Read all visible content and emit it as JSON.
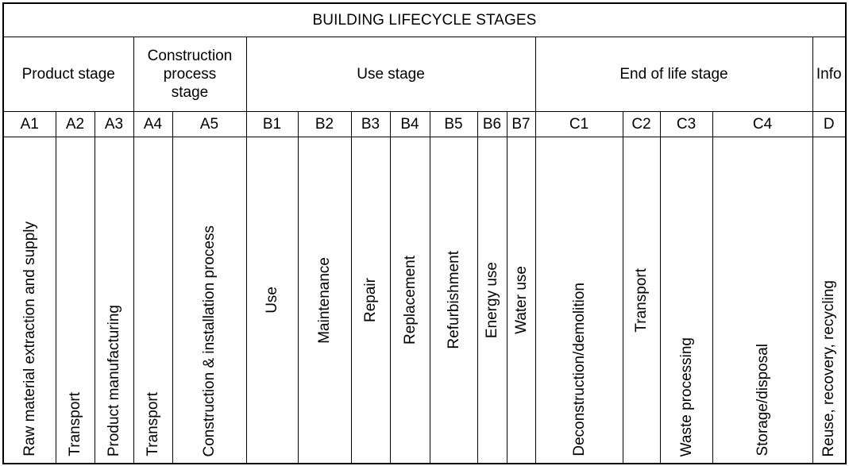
{
  "table": {
    "title": "BUILDING LIFECYCLE STAGES",
    "stage_groups": [
      {
        "label": "Product stage",
        "span": 3,
        "multiline": [
          "Product stage"
        ]
      },
      {
        "label": "Construction process stage",
        "span": 2,
        "multiline": [
          "Construction",
          "process",
          "stage"
        ]
      },
      {
        "label": "Use stage",
        "span": 7,
        "multiline": [
          "Use stage"
        ]
      },
      {
        "label": "End of life stage",
        "span": 4,
        "multiline": [
          "End of life stage"
        ]
      },
      {
        "label": "Info",
        "span": 1,
        "multiline": [
          "Info"
        ]
      }
    ],
    "modules": [
      {
        "code": "A1",
        "description": "Raw material extraction and supply",
        "align": "bottom"
      },
      {
        "code": "A2",
        "description": "Transport",
        "align": "bottom"
      },
      {
        "code": "A3",
        "description": "Product manufacturing",
        "align": "bottom"
      },
      {
        "code": "A4",
        "description": "Transport",
        "align": "bottom"
      },
      {
        "code": "A5",
        "description": "Construction & installation process",
        "align": "bottom"
      },
      {
        "code": "B1",
        "description": "Use",
        "align": "center"
      },
      {
        "code": "B2",
        "description": "Maintenance",
        "align": "center"
      },
      {
        "code": "B3",
        "description": "Repair",
        "align": "center"
      },
      {
        "code": "B4",
        "description": "Replacement",
        "align": "center"
      },
      {
        "code": "B5",
        "description": "Refurbishment",
        "align": "center"
      },
      {
        "code": "B6",
        "description": "Energy use",
        "align": "center"
      },
      {
        "code": "B7",
        "description": "Water use",
        "align": "center"
      },
      {
        "code": "C1",
        "description": "Deconstruction/demolition",
        "align": "bottom"
      },
      {
        "code": "C2",
        "description": "Transport",
        "align": "center"
      },
      {
        "code": "C3",
        "description": "Waste processing",
        "align": "bottom"
      },
      {
        "code": "C4",
        "description": "Storage/disposal",
        "align": "bottom"
      },
      {
        "code": "D",
        "description": "Reuse, recovery, recycling",
        "align": "bottom"
      }
    ],
    "colors": {
      "border": "#000000",
      "text": "#000000",
      "background": "#ffffff"
    }
  }
}
